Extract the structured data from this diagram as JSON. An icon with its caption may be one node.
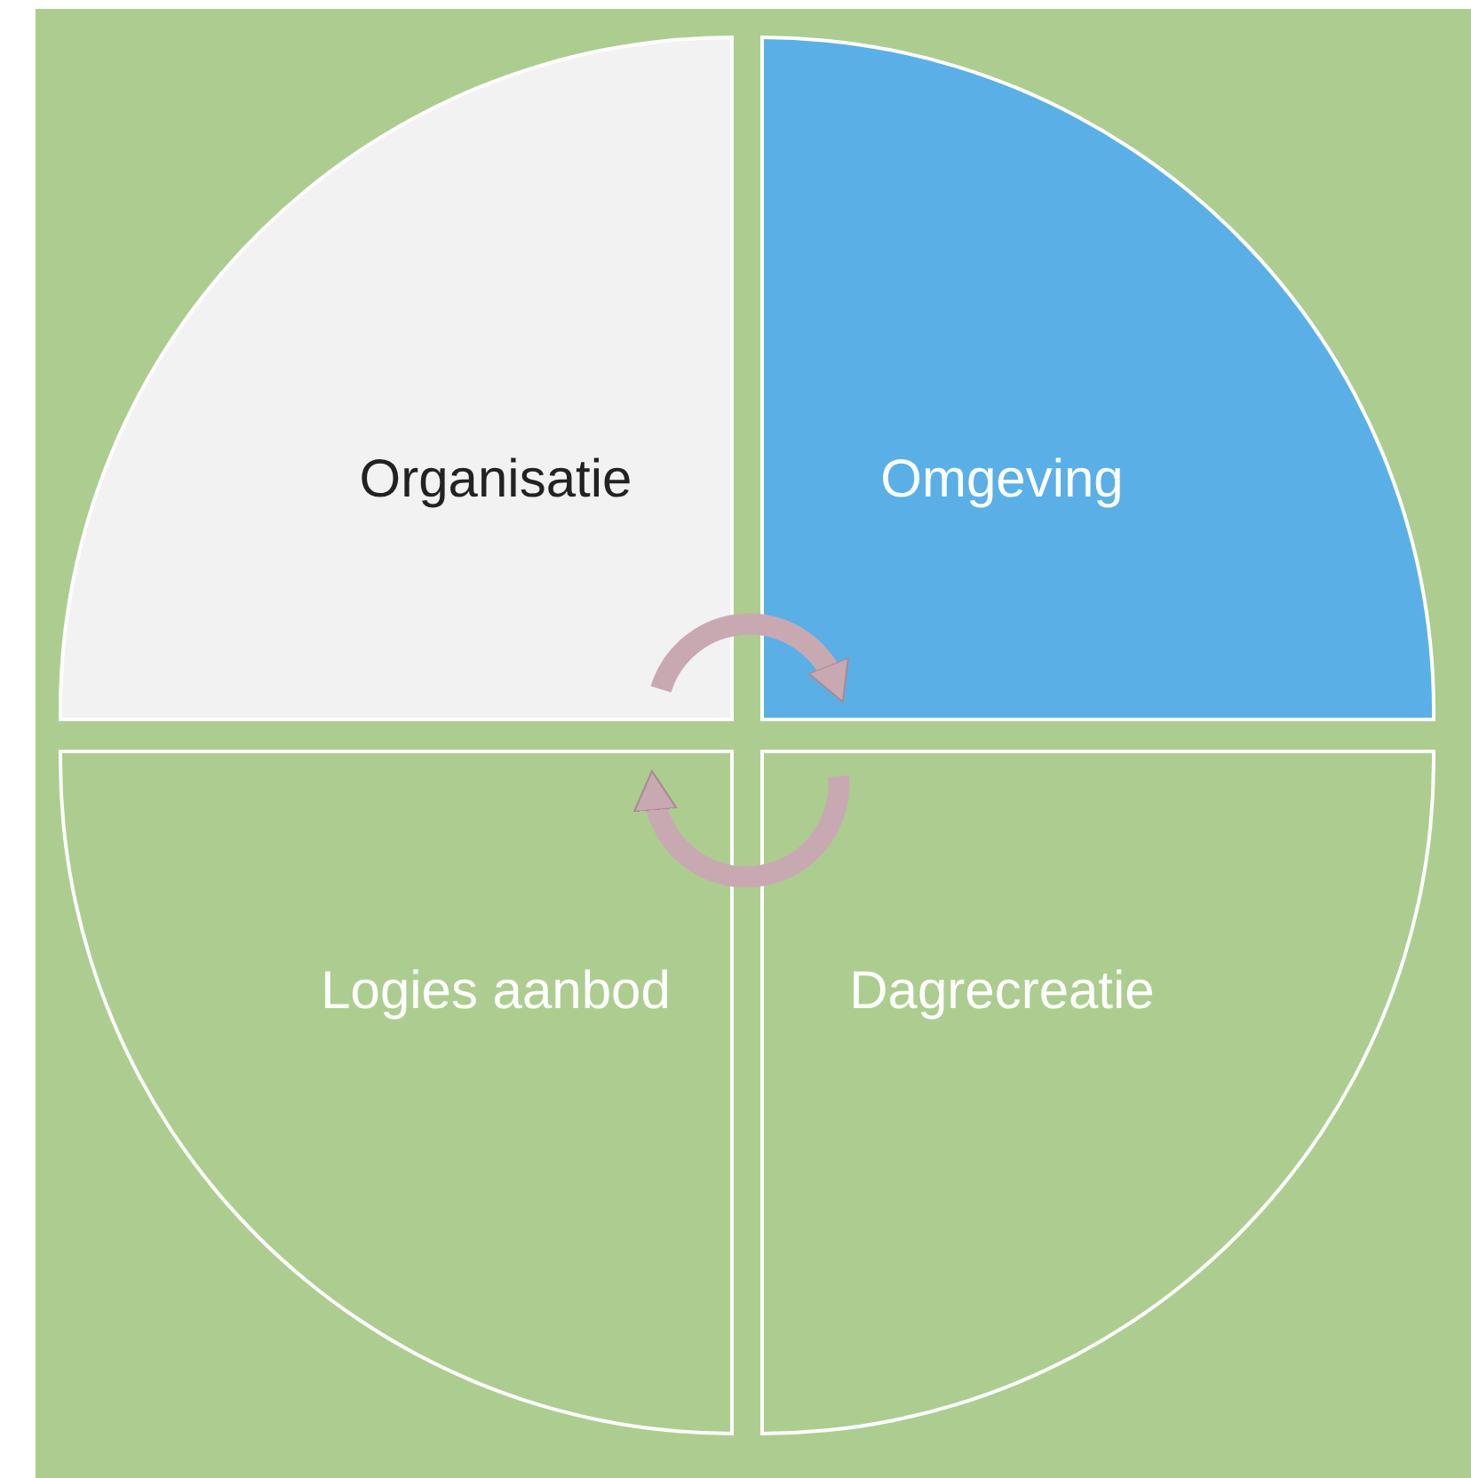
{
  "diagram": {
    "nodes": [
      {
        "text": [
          "Organisatie"
        ]
      },
      {
        "text": [
          "Omgeving"
        ]
      },
      {
        "text": [
          "Logies aanbod"
        ]
      },
      {
        "text": [
          "Dagrecreatie"
        ]
      }
    ],
    "edges": [
      {
        "from": 0,
        "to": 1,
        "arrow": "to"
      },
      {
        "from": 3,
        "to": 2,
        "arrow": "to"
      }
    ]
  }
}
